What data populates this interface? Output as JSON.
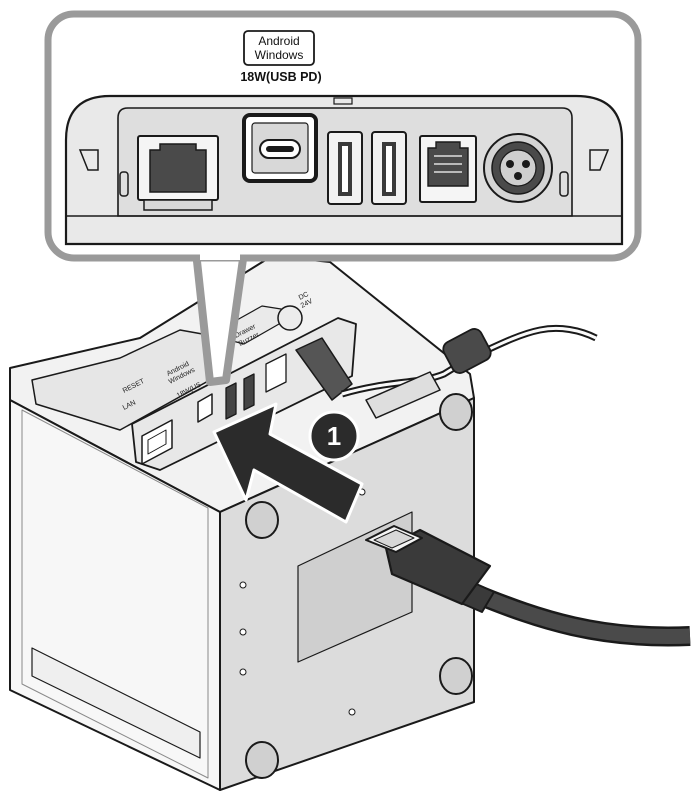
{
  "callout": {
    "os_label_line1": "Android",
    "os_label_line2": "Windows",
    "power_label": "18W(USB PD)"
  },
  "device_port_labels": {
    "lan": "LAN",
    "reset": "RESET",
    "os_line1": "Android",
    "os_line2": "Windows",
    "power": "18W(US",
    "drawer_line1": "Drawer",
    "drawer_line2": "Buzzer",
    "dc": "DC",
    "dc_voltage": "24V"
  },
  "step_marker": "1",
  "colors": {
    "outline": "#1a1a1a",
    "panel_fill": "#e9e9e9",
    "callout_border": "#9a9a9a",
    "device_body": "#f4f4f4",
    "cable": "#3a3a3a",
    "arrow": "#2b2b2b",
    "badge": "#2b2b2b"
  },
  "icons": [
    "lan-port-icon",
    "usb-c-port-icon",
    "usb-a-port-icon",
    "ethernet-port-icon",
    "dc-jack-icon",
    "usb-c-cable-icon",
    "insert-arrow-icon"
  ]
}
